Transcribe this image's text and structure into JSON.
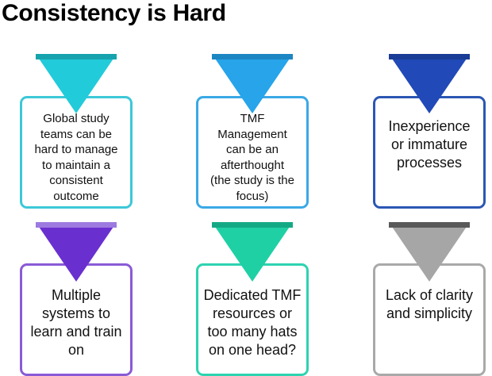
{
  "title": "Consistency is Hard",
  "cards": [
    {
      "text": "Global study\nteams can be\nhard to manage\nto maintain a\nconsistent\noutcome",
      "color": "#22cbd9",
      "band": "#17a3ae"
    },
    {
      "text": "TMF\nManagement\ncan be an\nafterthought\n(the study is the\nfocus)",
      "color": "#27a4ea",
      "band": "#1c86c2"
    },
    {
      "text": "Inexperience\nor immature\nprocesses",
      "color": "#2149b7",
      "band": "#1a3c96"
    },
    {
      "text": "Multiple\nsystems to\nlearn and train\non",
      "color": "#6a2fcf",
      "band": "#9d7ae0"
    },
    {
      "text": "Dedicated TMF\nresources or\ntoo many hats\non one head?",
      "color": "#1fd0a5",
      "band": "#14a985"
    },
    {
      "text": "Lack of clarity\nand simplicity",
      "color": "#a6a6a6",
      "band": "#595959"
    }
  ]
}
